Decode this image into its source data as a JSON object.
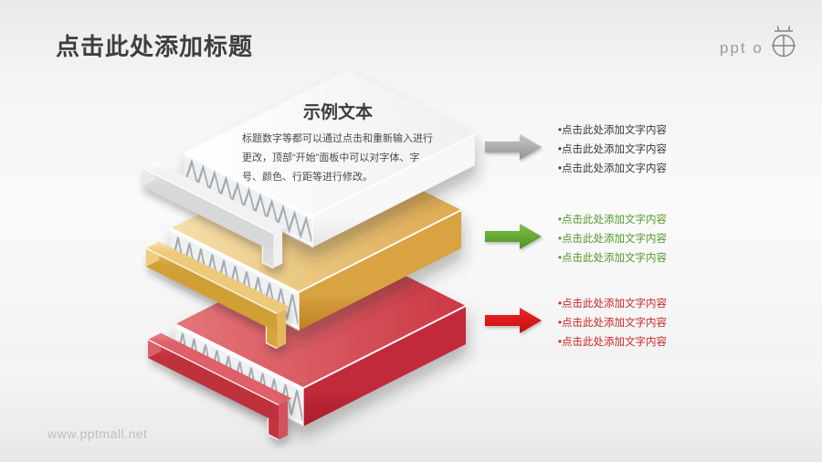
{
  "page": {
    "title": "点击此处添加标题",
    "watermark": "www.pptmall.net"
  },
  "logo": {
    "text": "ppt o",
    "emblem": "circle-cross-basket-icon",
    "color": "#9b9b9b"
  },
  "card": {
    "title": "示例文本",
    "body_lines": [
      "标题数字等都可以通过点击和重新输入进行",
      "更改，顶部“开始”面板中可以对字体、字",
      "号、颜色、行距等进行修改。"
    ]
  },
  "sections": [
    {
      "id": "gray",
      "arrow": {
        "from": "#c6c6c6",
        "to": "#949494"
      },
      "text_color": "#3b3b3b",
      "items": [
        "•点击此处添加文字内容",
        "•点击此处添加文字内容",
        "•点击此处添加文字内容"
      ]
    },
    {
      "id": "green",
      "arrow": {
        "from": "#7fc24a",
        "to": "#4e8f1f"
      },
      "text_color": "#55982c",
      "items": [
        "•点击此处添加文字内容",
        "•点击此处添加文字内容",
        "•点击此处添加文字内容"
      ]
    },
    {
      "id": "red",
      "arrow": {
        "from": "#ef2727",
        "to": "#c20d0d"
      },
      "text_color": "#cc2626",
      "items": [
        "•点击此处添加文字内容",
        "•点击此处添加文字内容",
        "•点击此处添加文字内容"
      ]
    }
  ],
  "illustration": {
    "boards": [
      {
        "id": "red",
        "top": [
          "#e5757b",
          "#ca3844"
        ],
        "side": [
          "#c12c3a",
          "#a81c2a"
        ],
        "bar_top": [
          "#e8838b",
          "#dd606a"
        ],
        "bar_front": [
          "#d14752",
          "#bd323e"
        ],
        "bar_end": "#d8626c",
        "flap_side": "#d4515d",
        "flap_front": "#c43442"
      },
      {
        "id": "gold",
        "top": [
          "#f4e0ad",
          "#dfa84c"
        ],
        "side": [
          "#d9a343",
          "#bd8120"
        ],
        "bar_top": [
          "#f7e3ae",
          "#edca7a"
        ],
        "bar_front": [
          "#e6bc61",
          "#d09f35"
        ],
        "bar_end": "#eecb7d",
        "flap_side": "#e4b75c",
        "flap_front": "#d6a53c"
      },
      {
        "id": "white",
        "top": [
          "#ffffff",
          "#eef0f1"
        ],
        "side": [
          "#f7f7f8",
          "#e4e5e7"
        ],
        "bar_top": [
          "#ffffff",
          "#f2f2f2"
        ],
        "bar_front": [
          "#ebebec",
          "#d7d8d9"
        ],
        "bar_end": "#e9e9ea",
        "flap_side": "#f1f1f2",
        "flap_front": "#dcdddf"
      }
    ],
    "corrugation": {
      "bg": "#eef0f1",
      "liner": "#fbfbfb",
      "zigzag": "#a4abb1",
      "bottom_edge": "#c9ced1"
    }
  }
}
